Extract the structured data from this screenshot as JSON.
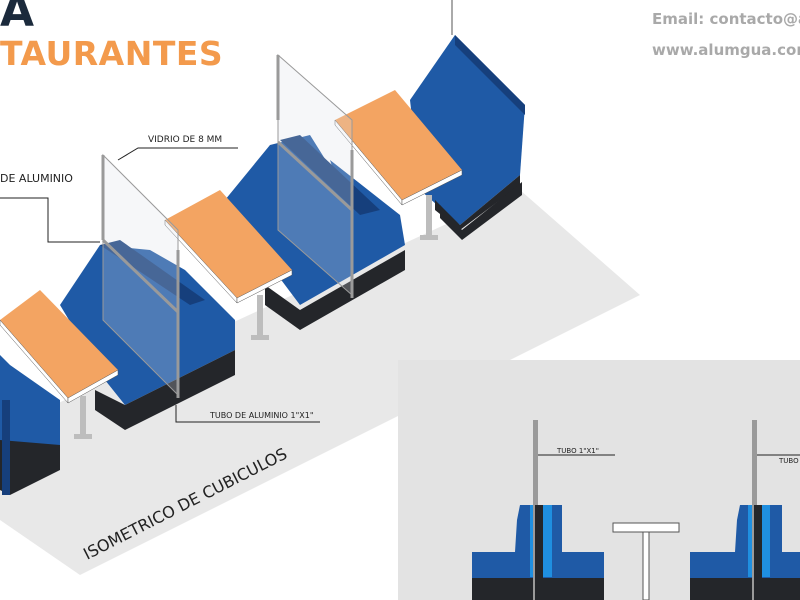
{
  "header": {
    "title_line1": "A",
    "title_line2": "TAURANTES"
  },
  "contact": {
    "email": "Email: contacto@a",
    "website": "www.alumgua.com"
  },
  "labels": {
    "glass": "VIDRIO DE 8 MM",
    "aluminum_frame": "DE ALUMINIO",
    "aluminum_tube": "TUBO DE ALUMINIO 1\"X1\"",
    "isometric_title": "ISOMETRICO DE CUBICULOS",
    "tube_left": "TUBO 1\"X1\"",
    "tube_right": "TUBO"
  },
  "colors": {
    "title_dark": "#1b2a3c",
    "title_accent": "#f39a4c",
    "upholstery": "#1f5aa6",
    "upholstery_dark": "#163f7c",
    "base": "#24262a",
    "table_top": "#f3a462",
    "floor": "#e8e8e8",
    "elevation_bg": "#e3e3e3",
    "seat_light": "#1f8fe0"
  }
}
